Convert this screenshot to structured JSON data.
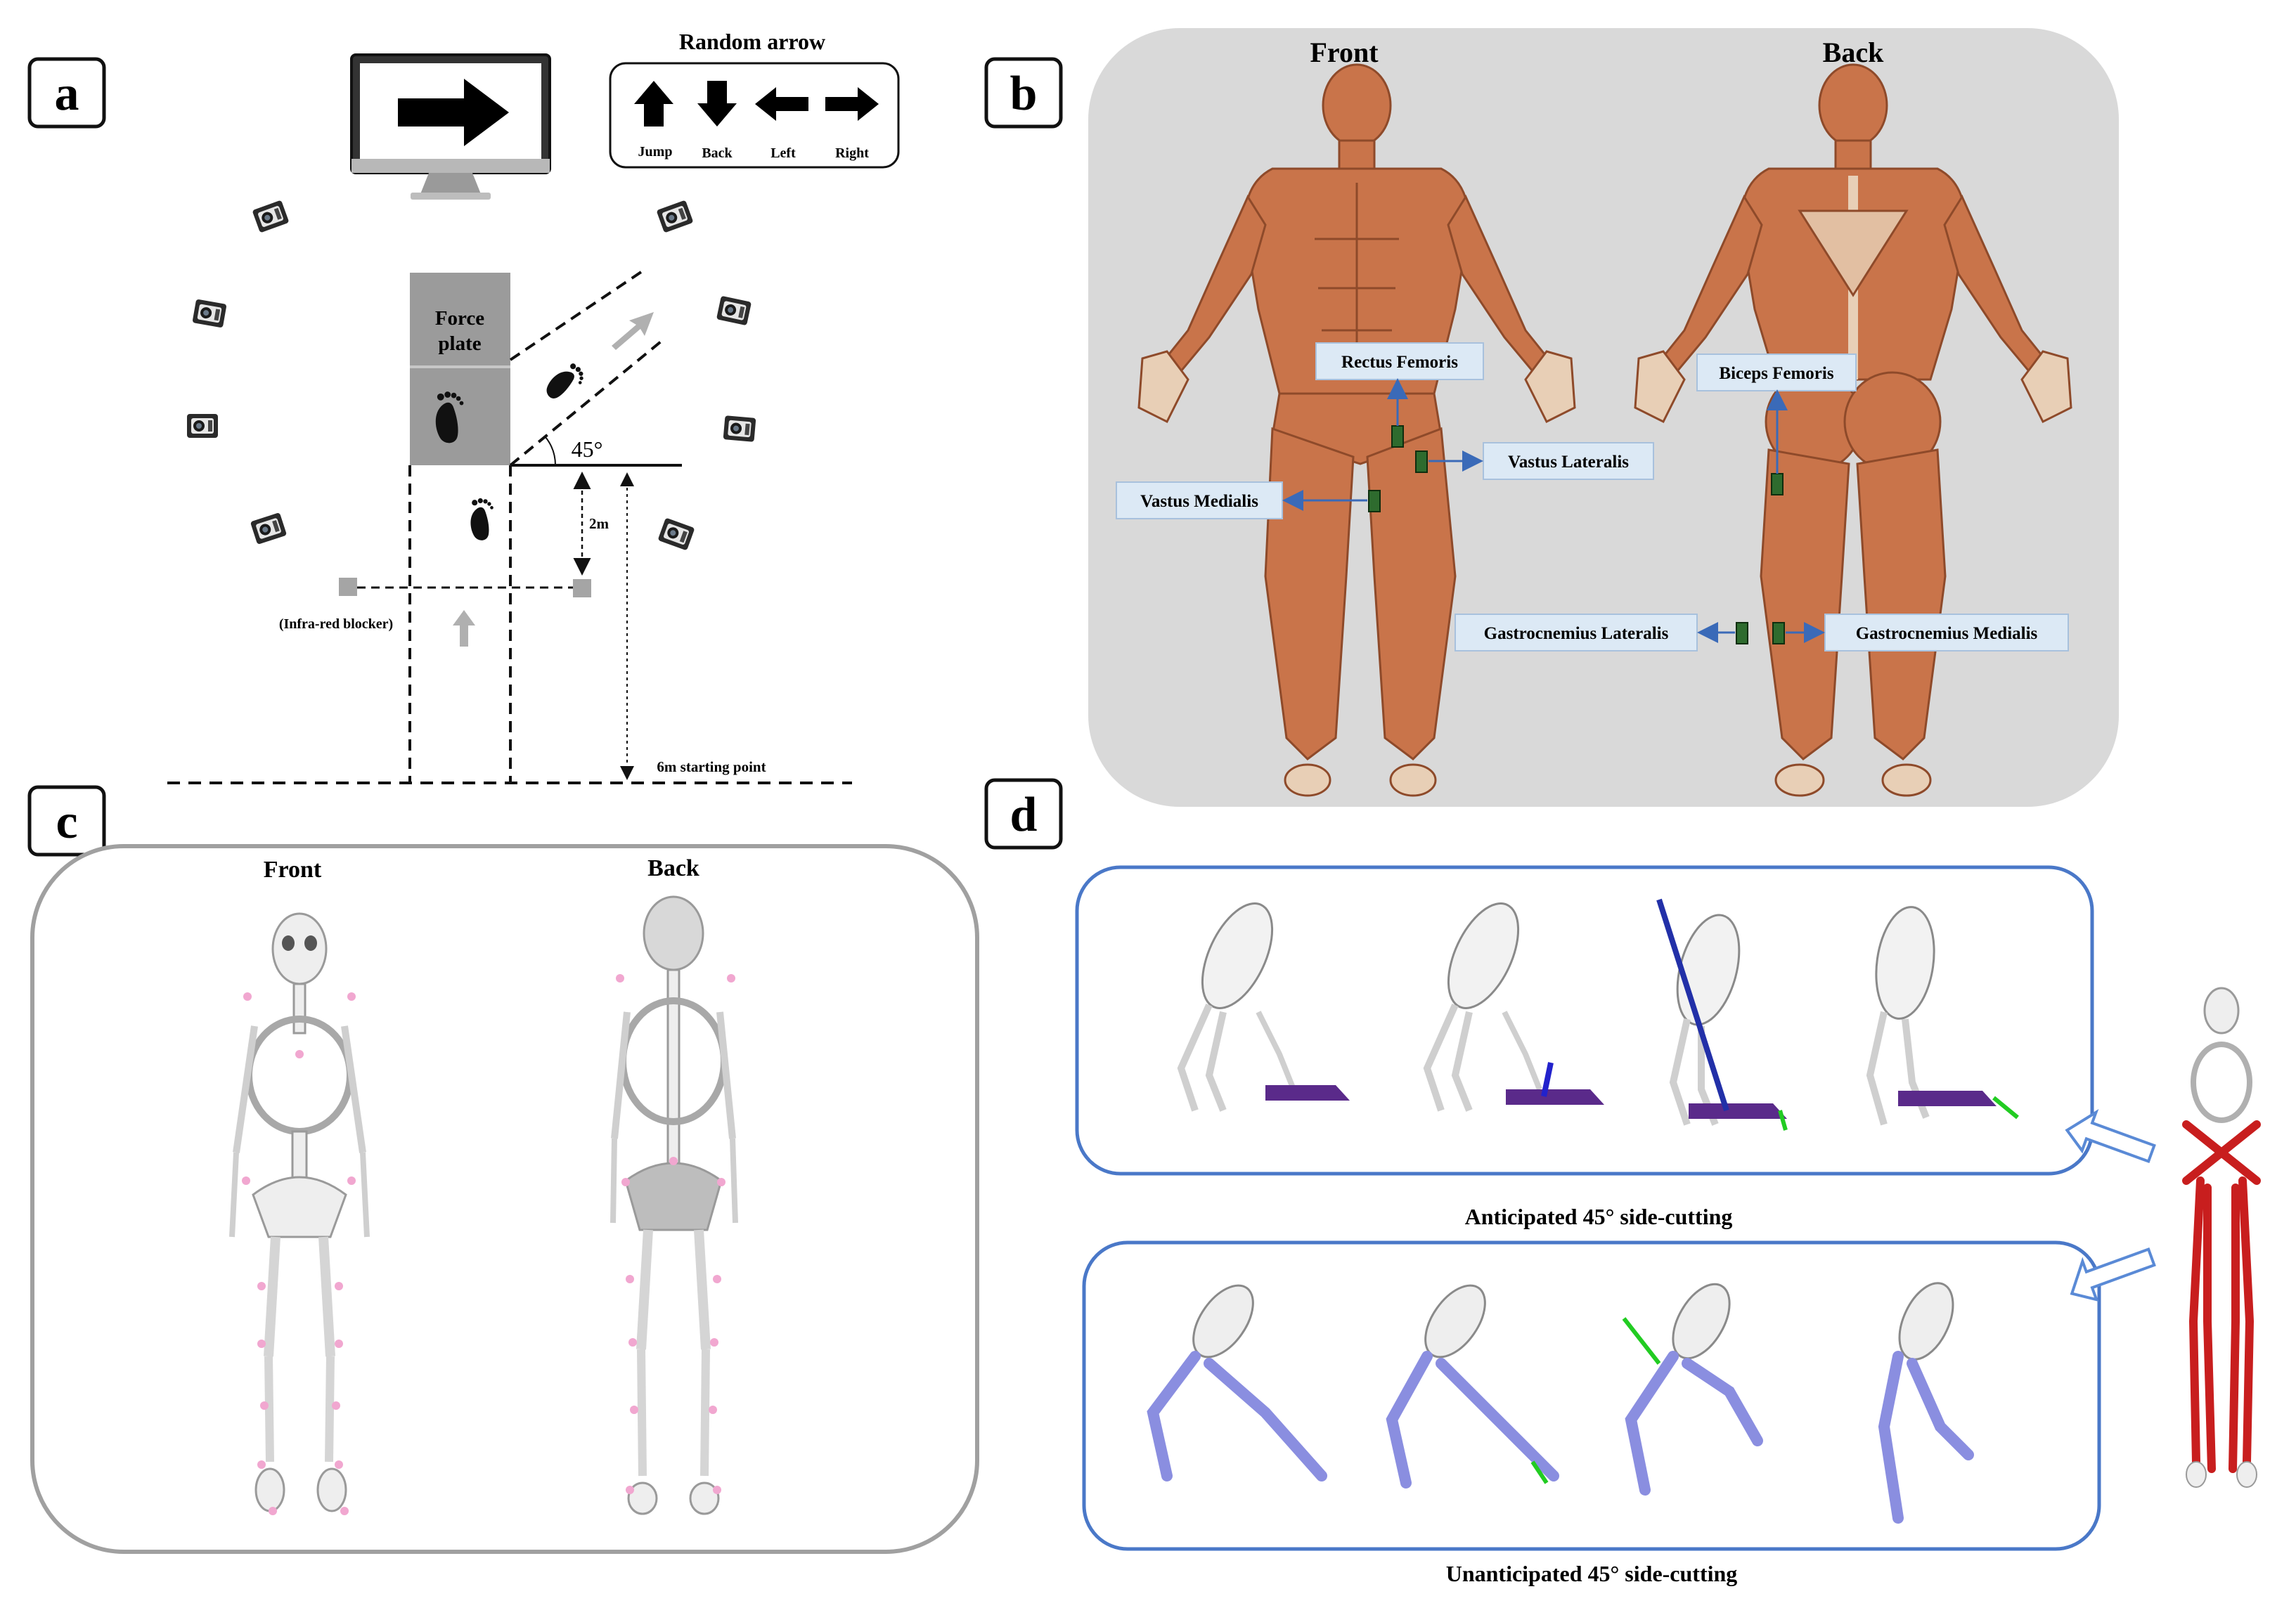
{
  "panels": {
    "a": {
      "letter": "a",
      "random_arrow_title": "Random arrow",
      "arrows": [
        {
          "icon": "arrow-up-icon",
          "label": "Jump"
        },
        {
          "icon": "arrow-down-icon",
          "label": "Back"
        },
        {
          "icon": "arrow-left-icon",
          "label": "Left"
        },
        {
          "icon": "arrow-right-icon",
          "label": "Right"
        }
      ],
      "monitor_icon": "arrow-right-icon",
      "force_plate_line1": "Force",
      "force_plate_line2": "plate",
      "angle_label": "45°",
      "distance_2m": "2m",
      "infrared_label": "(Infra-red blocker)",
      "start_label": "6m starting point"
    },
    "b": {
      "letter": "b",
      "front_title": "Front",
      "back_title": "Back",
      "muscles": {
        "rectus_femoris": "Rectus Femoris",
        "vastus_lateralis": "Vastus Lateralis",
        "vastus_medialis": "Vastus Medialis",
        "biceps_femoris": "Biceps Femoris",
        "gastrocnemius_lateralis": "Gastrocnemius Lateralis",
        "gastrocnemius_medialis": "Gastrocnemius Medialis"
      },
      "colors": {
        "background": "#d9d9d9",
        "label_box": "#dce9f5",
        "muscle": "#c9744a"
      }
    },
    "c": {
      "letter": "c",
      "front_title": "Front",
      "back_title": "Back",
      "colors": {
        "marker": "#f1a7d0",
        "bone": "#e8e8e8"
      }
    },
    "d": {
      "letter": "d",
      "anticipated_caption": "Anticipated 45° side-cutting",
      "unanticipated_caption": "Unanticipated 45° side-cutting",
      "colors": {
        "frame": "#4a78c8",
        "plate": "#5a2a8a",
        "muscle_blue": "#8a8ee0",
        "muscle_red": "#c81e1e",
        "force_vector": "#22cc22"
      }
    }
  }
}
